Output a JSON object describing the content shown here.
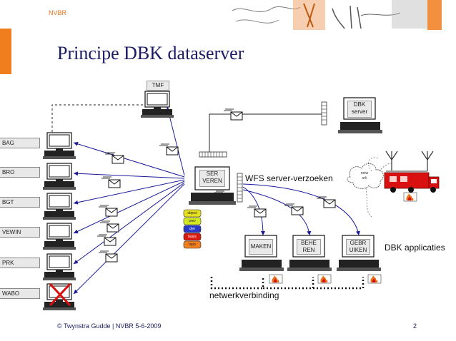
{
  "header": {
    "brand": "NVBR",
    "title": "Principe DBK dataserver"
  },
  "colors": {
    "accent": "#f07d1e",
    "title": "#1a1a66",
    "arrow": "#1a1a99",
    "truck": "#d01010"
  },
  "left_sources": [
    "BAG",
    "BRO",
    "BGT",
    "VEWIN",
    "PRK",
    "WABO"
  ],
  "tmf_label": "TMF",
  "server": {
    "label_line1": "SER",
    "label_line2": "VEREN"
  },
  "dbk_server": {
    "label_line1": "DBK",
    "label_line2": "server"
  },
  "wfs_label": "WFS server-verzoeken",
  "clients": [
    {
      "line1": "MAKEN",
      "line2": ""
    },
    {
      "line1": "BEHE",
      "line2": "REN"
    },
    {
      "line1": "GEBR",
      "line2": "UIKEN"
    }
  ],
  "dbk_applicaties": "DBK applicaties",
  "netwerkverbinding": "netwerkverbinding",
  "cloud_label_line1": "netw",
  "cloud_label_line2": "ork",
  "stack_layers": [
    "object",
    "prev",
    "dyn",
    "basis",
    "topo"
  ],
  "footer": "© Twynstra Gudde | NVBR  5-6-2009",
  "page_number": "2",
  "icons": [
    "computer-icon",
    "envelope-icon",
    "fire-icon",
    "fire-truck-icon",
    "antenna-icon",
    "cross-icon",
    "cloud-icon",
    "firewall-icon"
  ]
}
